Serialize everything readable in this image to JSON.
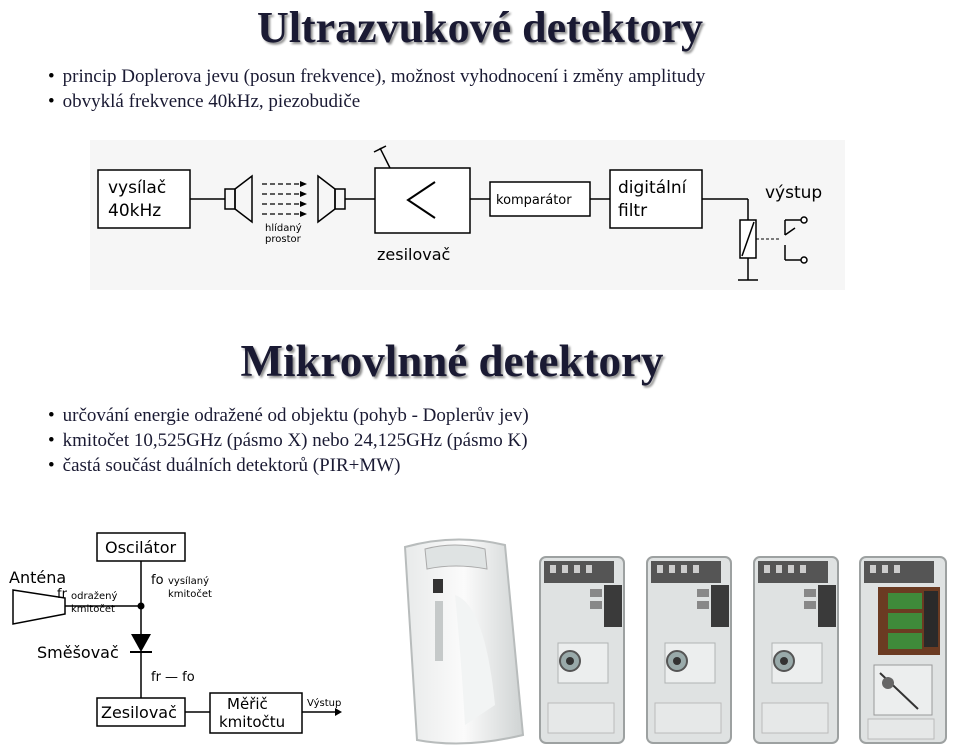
{
  "title_ultrasonic": "Ultrazvukové detektory",
  "ultrasonic_bullets": [
    "princip Doplerova jevu (posun frekvence), možnost vyhodnocení i změny amplitudy",
    "obvyklá frekvence 40kHz, piezobudiče"
  ],
  "block_diagram": {
    "transmitter_line1": "vysílač",
    "transmitter_line2": "40kHz",
    "guarded_line1": "hlídaný",
    "guarded_line2": "prostor",
    "amplifier": "zesilovač",
    "comparator": "komparátor",
    "filter_line1": "digitální",
    "filter_line2": "filtr",
    "output": "výstup"
  },
  "title_microwave": "Mikrovlnné detektory",
  "microwave_bullets": [
    "určování energie odražené od objektu (pohyb - Doplerův jev)",
    "kmitočet 10,525GHz (pásmo X) nebo 24,125GHz (pásmo K)",
    "častá součást duálních detektorů (PIR+MW)"
  ],
  "mw_diagram": {
    "oscillator": "Oscilátor",
    "antenna": "Anténa",
    "fr_reflected_line1": "odražený",
    "fr_reflected_line2": "kmitočet",
    "fr_symbol": "fr",
    "f0_symbol": "fo",
    "f0_sent_line1": "vysílaný",
    "f0_sent_line2": "kmitočet",
    "mixer": "Směšovač",
    "difference": "fr — fo",
    "amplifier": "Zesilovač",
    "meter_line1": "Měřič",
    "meter_line2": "kmitočtu",
    "output": "Výstup"
  }
}
